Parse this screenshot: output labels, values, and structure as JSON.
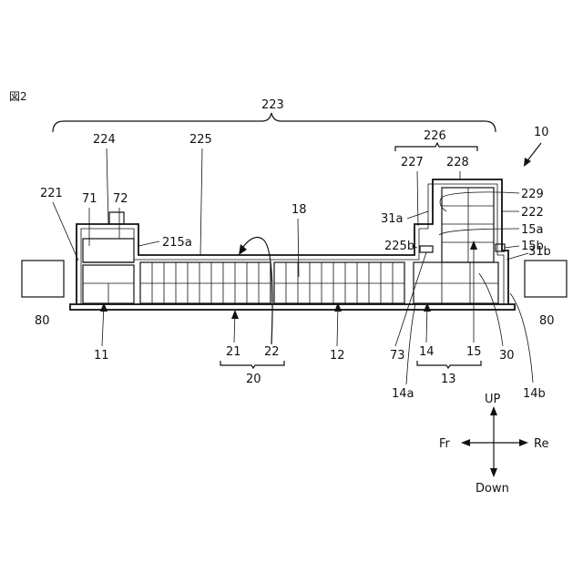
{
  "figure": {
    "title": "図2",
    "labels": {
      "l223": "223",
      "l224": "224",
      "l225": "225",
      "l226": "226",
      "l10": "10",
      "l221": "221",
      "l71": "71",
      "l72": "72",
      "l18": "18",
      "l215a": "215a",
      "l227": "227",
      "l228": "228",
      "l229": "229",
      "l222": "222",
      "l31a": "31a",
      "l15a": "15a",
      "l225b": "225b",
      "l15b": "15b",
      "l31b": "31b",
      "l80left": "80",
      "l80right": "80",
      "l11": "11",
      "l21": "21",
      "l22": "22",
      "l20": "20",
      "l12": "12",
      "l73": "73",
      "l14": "14",
      "l15": "15",
      "l13": "13",
      "l30": "30",
      "l14a": "14a",
      "l14b": "14b"
    },
    "directions": {
      "up": "UP",
      "down": "Down",
      "front": "Fr",
      "rear": "Re"
    }
  }
}
